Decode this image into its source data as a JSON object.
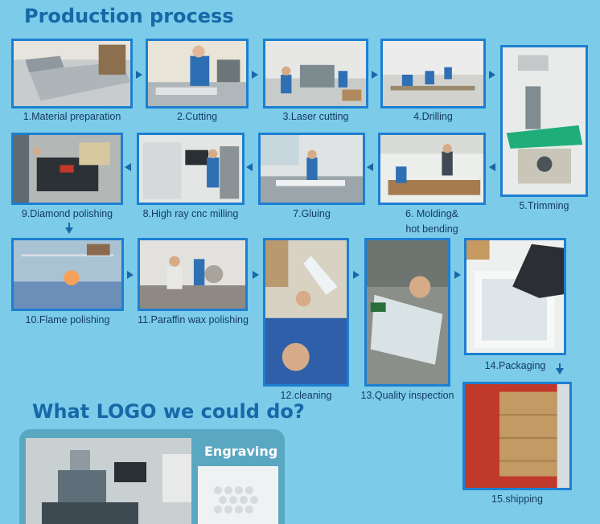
{
  "title": "Production process",
  "subtitle": "What LOGO we could do?",
  "engraving_label": "Engraving",
  "colors": {
    "background": "#7ccbe9",
    "title": "#1668a8",
    "frame": "#1d7fd0",
    "caption": "#133a5e"
  },
  "steps": [
    {
      "label": "1.Material preparation"
    },
    {
      "label": "2.Cutting"
    },
    {
      "label": "3.Laser cutting"
    },
    {
      "label": "4.Drilling"
    },
    {
      "label": "5.Trimming"
    },
    {
      "label": "6. Molding&"
    },
    {
      "label": "hot bending"
    },
    {
      "label": "7.Gluing"
    },
    {
      "label": "8.High ray cnc milling"
    },
    {
      "label": "9.Diamond polishing"
    },
    {
      "label": "10.Flame polishing"
    },
    {
      "label": "11.Paraffin wax polishing"
    },
    {
      "label": "12.cleaning"
    },
    {
      "label": "13.Quality inspection"
    },
    {
      "label": "14.Packaging"
    },
    {
      "label": "15.shipping"
    }
  ]
}
